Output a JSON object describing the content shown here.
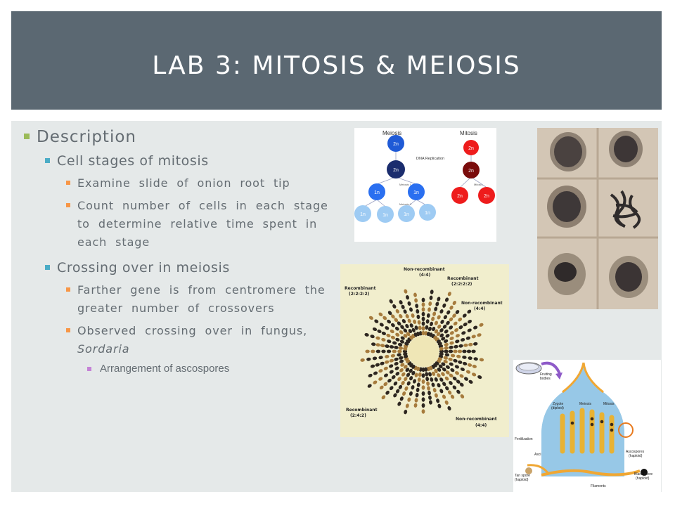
{
  "title": "LAB 3: MITOSIS & MEIOSIS",
  "colors": {
    "title_bar": "#5b6872",
    "content_bg": "#e5e9e9",
    "bullet_l1": "#9bbb59",
    "bullet_l2": "#4bacc6",
    "bullet_l3": "#f79646",
    "bullet_l4": "#c583d6"
  },
  "bullets": {
    "description": "Description",
    "cell_stages": "Cell stages of mitosis",
    "examine_slide": "Examine  slide  of  onion  root  tip",
    "count_number": "Count  number  of  cells  in  each  stage  to  determine  relative  time  spent  in  each  stage",
    "crossing_over": "Crossing over in meiosis",
    "farther_gene": "Farther  gene  is  from  centromere  the  greater  number  of  crossovers",
    "observed": "Observed  crossing  over  in  fungus,",
    "sordaria": "Sordaria",
    "arrangement": "Arrangement of ascospores"
  },
  "fig_meiosis": {
    "meiosis_title": "Meiosis",
    "mitosis_title": "Mitosis",
    "dna_replication": "DNA Replication",
    "meiosis_1": "Meiosis I",
    "meiosis_2": "Meiosis II",
    "mitosis_label": "Mitosis",
    "n2": "2n",
    "n1": "1n"
  },
  "fig_asci": {
    "nonrec_top": "Non-recombinant",
    "nonrec_top_ratio": "(4:4)",
    "rec_tr": "Recombinant",
    "rec_tr_ratio": "(2:2:2:2)",
    "rec_left": "Recombinant",
    "rec_left_ratio": "(2:2:2:2)",
    "nonrec_right": "Non-recombinant",
    "nonrec_right_ratio": "(4:4)",
    "rec_bl": "Recombinant",
    "rec_bl_ratio": "(2:4:2)",
    "nonrec_br": "Non-recombinant",
    "nonrec_br_ratio": "(4:4)"
  },
  "fig_sordaria": {
    "fruiting_bodies_1": "Fruiting",
    "fruiting_bodies_2": "bodies",
    "zygote_1": "Zygote",
    "zygote_2": "(diploid)",
    "meiosis": "Meiosis",
    "mitosis": "Mitosis",
    "fertilization": "Fertilization",
    "asci": "Asci",
    "ascospores_1": "Ascospores",
    "ascospores_2": "(haploid)",
    "tan_spore_1": "Tan spore",
    "tan_spore_2": "(haploid)",
    "black_spore_1": "Black spore",
    "black_spore_2": "(haploid)",
    "filaments": "Filaments"
  }
}
